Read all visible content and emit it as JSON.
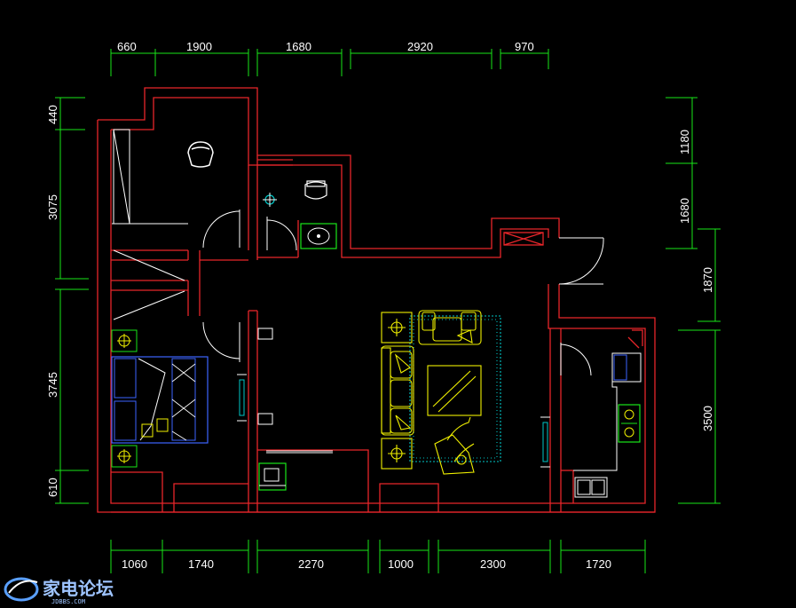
{
  "drawing": {
    "background": "#000000",
    "wall_color": "#e8262a",
    "dimension_color": "#19e619",
    "furniture_color": "#f0f000",
    "fixture_color": "#ffffff",
    "accent_cyan": "#00c8c8",
    "accent_blue": "#3c64ff"
  },
  "dimensions": {
    "top": [
      "660",
      "1900",
      "1680",
      "2920",
      "970"
    ],
    "bottom": [
      "1060",
      "1740",
      "2270",
      "1000",
      "2300",
      "1720"
    ],
    "left": [
      "440",
      "3075",
      "3745",
      "610"
    ],
    "right": [
      "1180",
      "1680",
      "1870",
      "3500"
    ]
  },
  "watermark": {
    "title": "家电论坛",
    "subtitle": "JDBBS.COM",
    "icon": "globe-logo-icon"
  }
}
